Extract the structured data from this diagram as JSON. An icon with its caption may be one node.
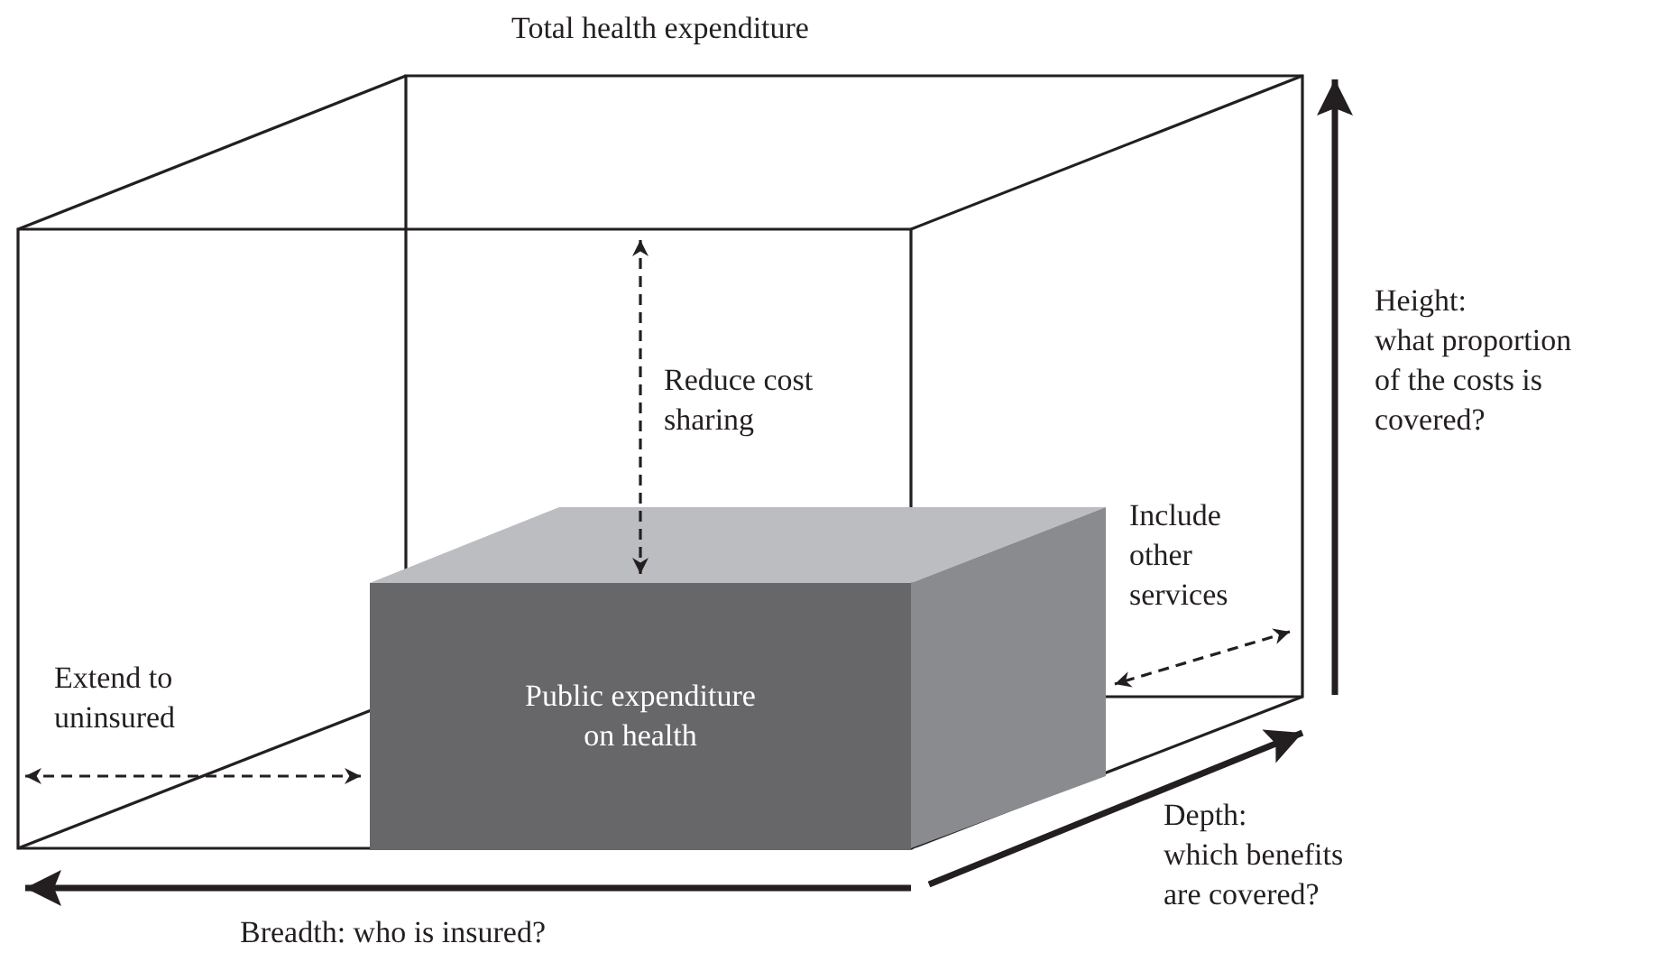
{
  "diagram": {
    "nodes": [
      {
        "text": [
          "Total health expenditure"
        ]
      },
      {
        "text": [
          "Public expenditure on health"
        ]
      }
    ],
    "edges": [
      {
        "from": 0,
        "to": 1,
        "arrow": "both",
        "style": "dashed",
        "label": "Reduce cost sharing"
      },
      {
        "from": 0,
        "to": 1,
        "arrow": "both",
        "style": "dashed",
        "label": "Extend to uninsured"
      },
      {
        "from": 0,
        "to": 1,
        "arrow": "both",
        "style": "dashed",
        "label": "Include other services"
      }
    ],
    "labels": [
      "Height:",
      "what proportion of the costs is covered?",
      "Depth:",
      "which benefits are covered?",
      "Breadth: who is insured?"
    ]
  }
}
